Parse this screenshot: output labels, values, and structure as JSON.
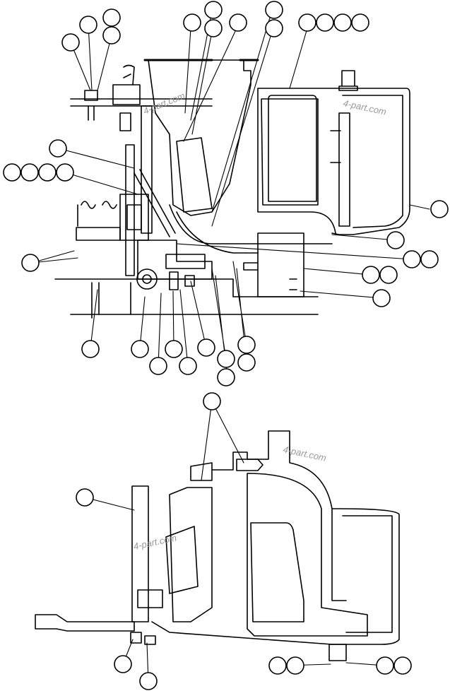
{
  "watermarks": [
    "4-part.com",
    "4-part.com",
    "4-part.com",
    "4-part.com"
  ],
  "callout_style": {
    "stroke": "#000000",
    "fill": "#ffffff"
  }
}
